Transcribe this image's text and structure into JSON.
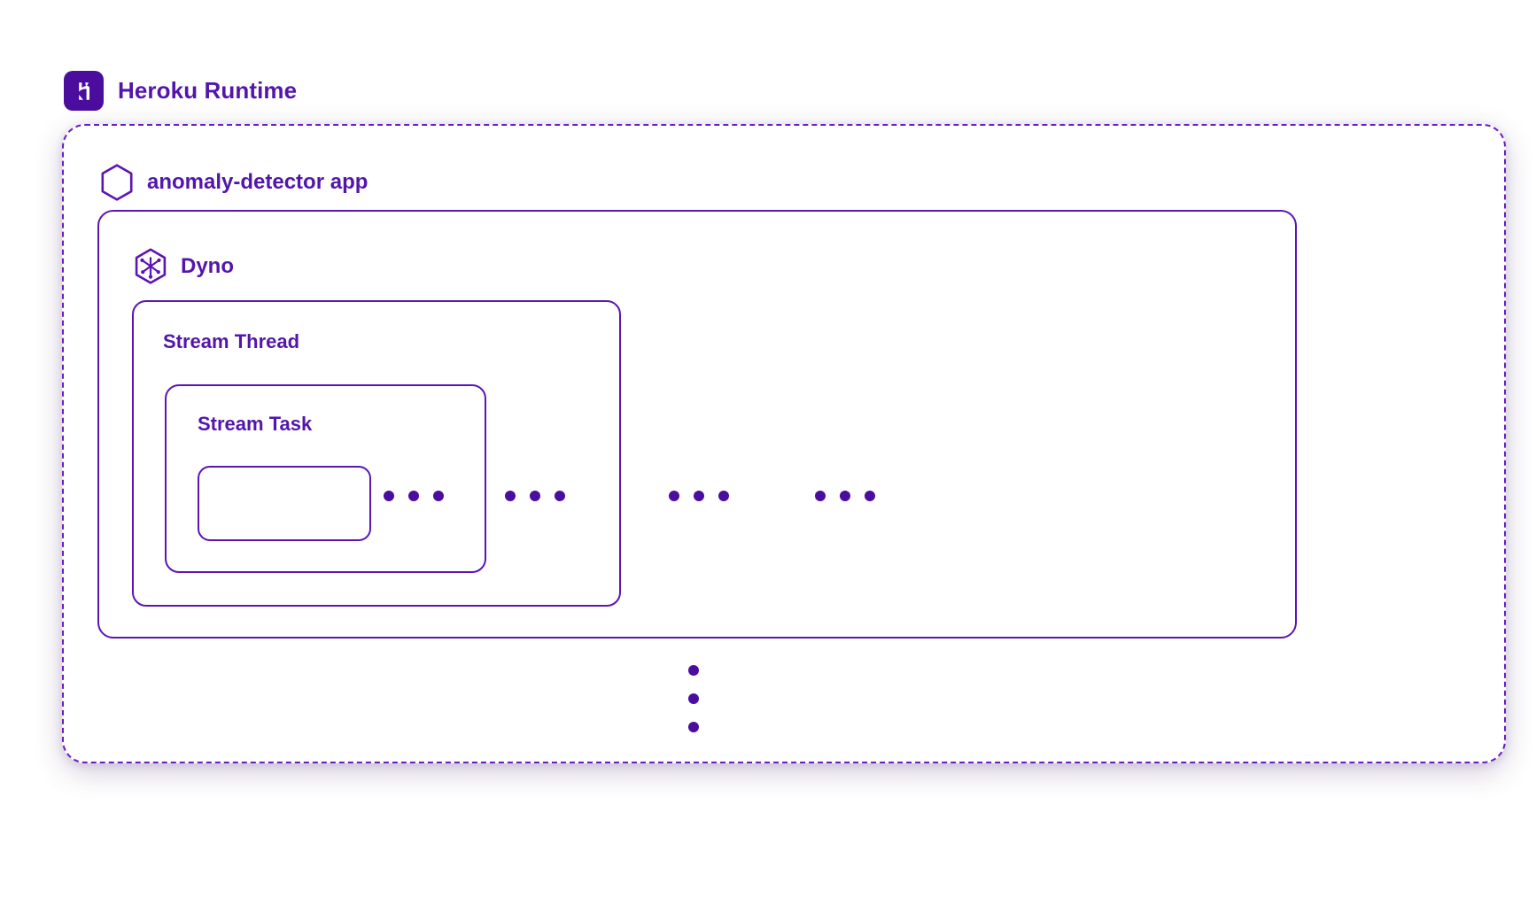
{
  "header": {
    "title": "Heroku Runtime",
    "logo_icon": "heroku-logo-icon",
    "logo_bg": "#4b0d9e",
    "title_color": "#5316ab"
  },
  "diagram": {
    "type": "nested-containment",
    "accent_color": "#5b15b5",
    "border_dashed_color": "#6a1bc4",
    "dot_color": "#4b0d9e",
    "background": "#ffffff",
    "levels": [
      {
        "id": "runtime",
        "label": "Heroku Runtime",
        "border_style": "dashed",
        "icon": null
      },
      {
        "id": "app",
        "label": "anomaly-detector app",
        "border_style": "none",
        "icon": "hexagon-outline-icon"
      },
      {
        "id": "dyno",
        "label": "Dyno",
        "border_style": "solid",
        "icon": "dyno-hexagon-asterisk-icon"
      },
      {
        "id": "stream-thread",
        "label": "Stream Thread",
        "border_style": "solid",
        "icon": null
      },
      {
        "id": "stream-task",
        "label": "Stream Task",
        "border_style": "solid",
        "icon": null
      },
      {
        "id": "inner-unit",
        "label": "",
        "border_style": "solid",
        "icon": null
      }
    ],
    "ellipsis_groups": [
      {
        "id": "task-repeat",
        "orientation": "horizontal",
        "count": 3,
        "meaning": "more stream tasks"
      },
      {
        "id": "thread-repeat",
        "orientation": "horizontal",
        "count": 3,
        "meaning": "more stream threads"
      },
      {
        "id": "dyno-repeat",
        "orientation": "horizontal",
        "count": 3,
        "meaning": "more dynos"
      },
      {
        "id": "app-repeat",
        "orientation": "horizontal",
        "count": 3,
        "meaning": "more instances"
      },
      {
        "id": "vertical-repeat",
        "orientation": "vertical",
        "count": 3,
        "meaning": "more dyno rows"
      }
    ]
  }
}
